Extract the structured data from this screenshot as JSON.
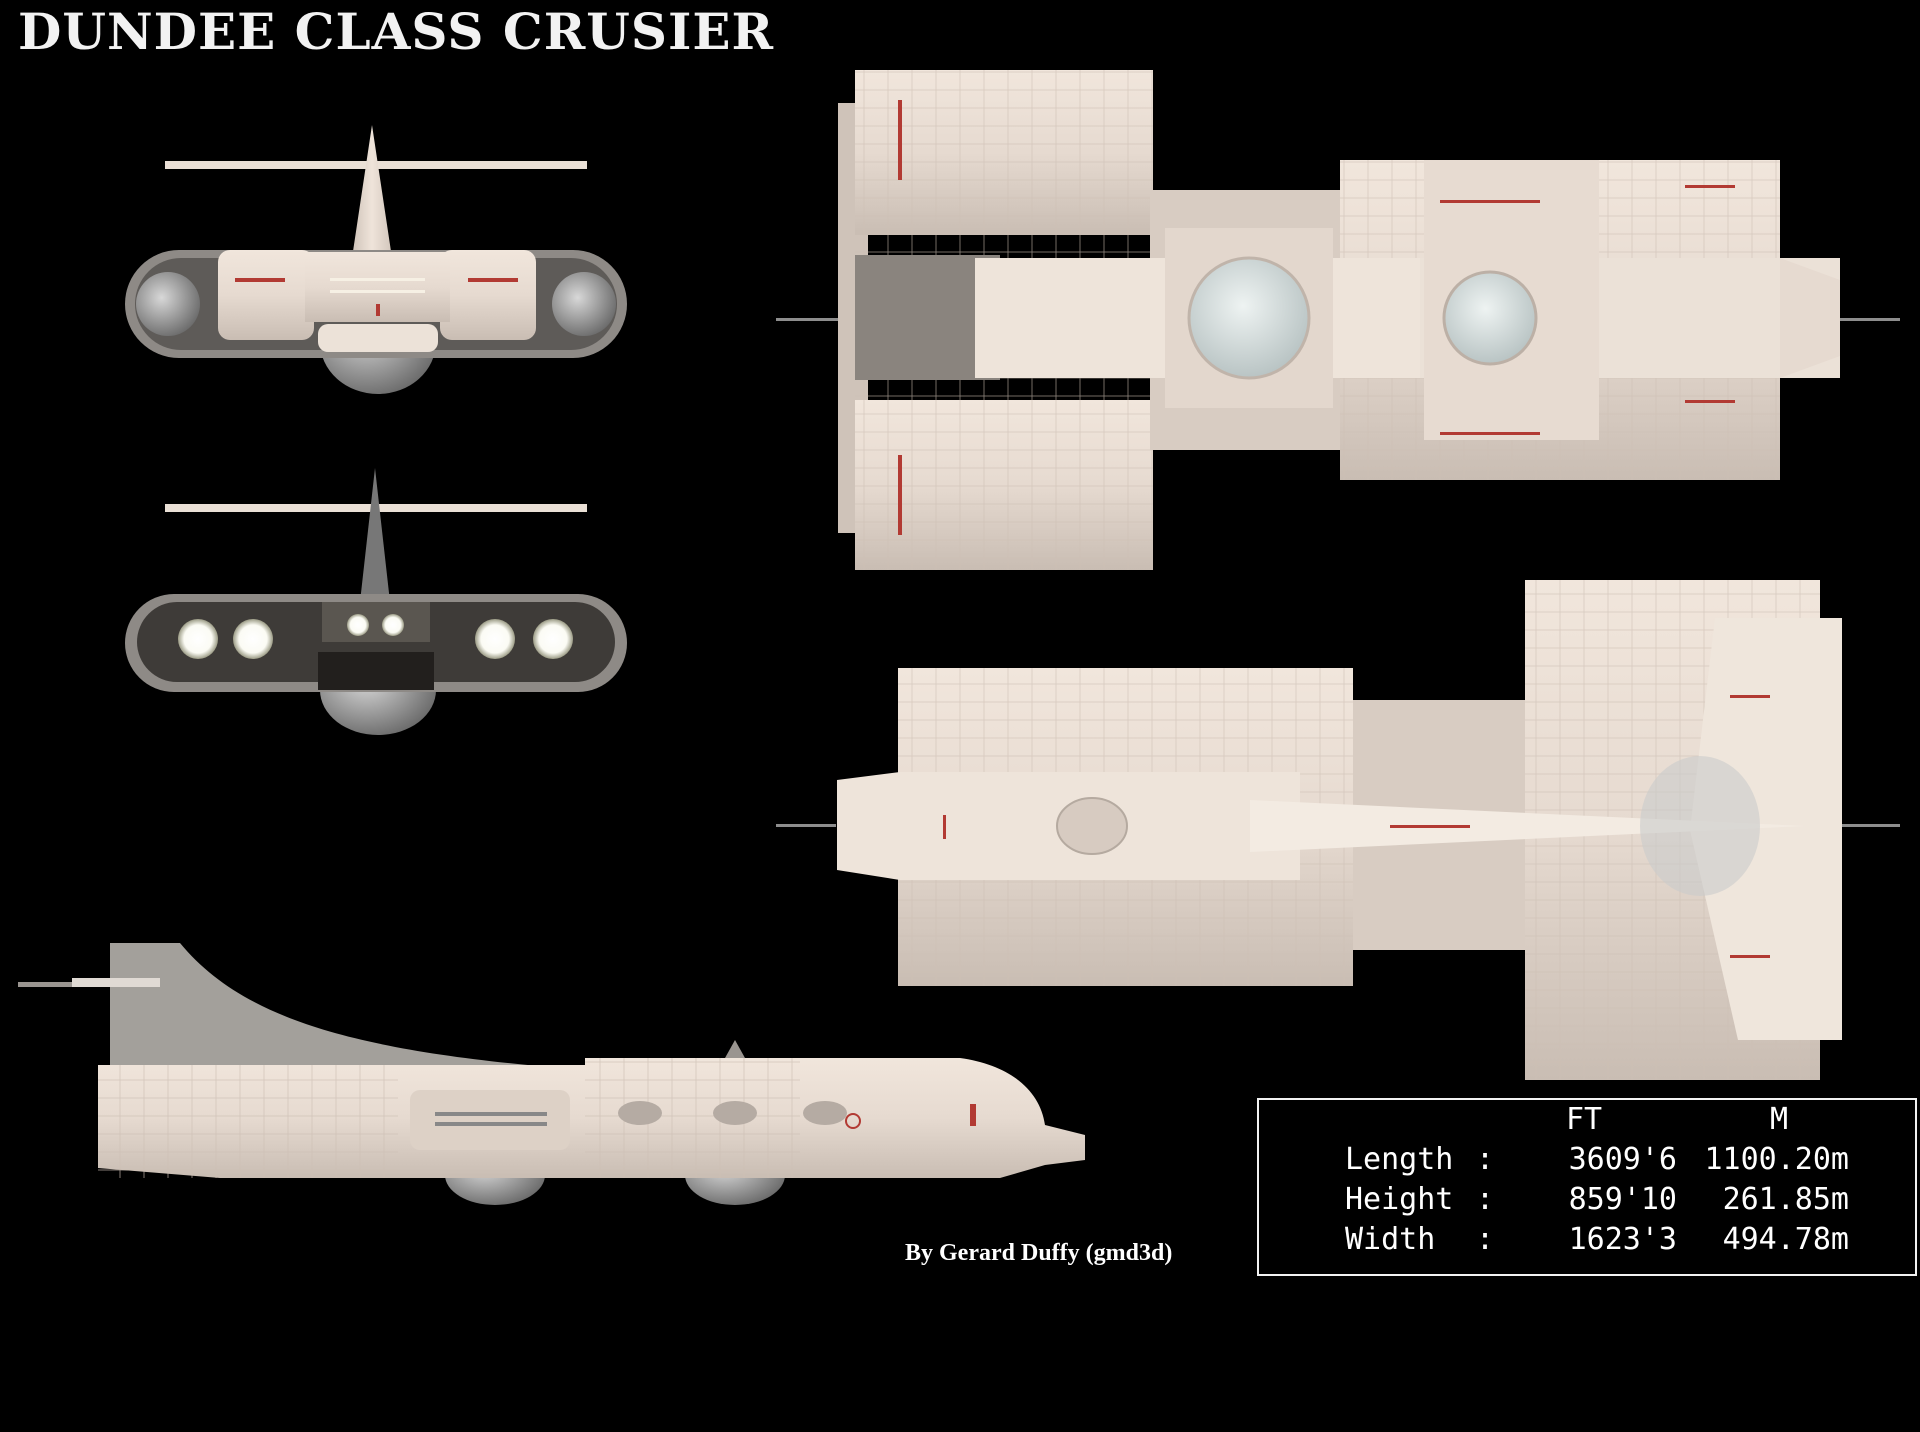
{
  "title": "DUNDEE CLASS CRUSIER",
  "credit": "By Gerard Duffy (gmd3d)",
  "specs": {
    "headers": {
      "ft": "FT",
      "m": "M"
    },
    "rows": [
      {
        "label": "Length",
        "colon": ":",
        "ft": "3609'6",
        "m": "1100.20m"
      },
      {
        "label": "Height",
        "colon": ":",
        "ft": "859'10",
        "m": "261.85m"
      },
      {
        "label": "Width",
        "colon": ":",
        "ft": "1623'3",
        "m": "494.78m"
      }
    ]
  },
  "colors": {
    "background": "#000000",
    "hull": "#e9ddd3",
    "hull_shade": "#cfc3b9",
    "panel_red": "#b23a33",
    "dome": "#d9e2e2",
    "engine_glow": "#ffffff"
  }
}
